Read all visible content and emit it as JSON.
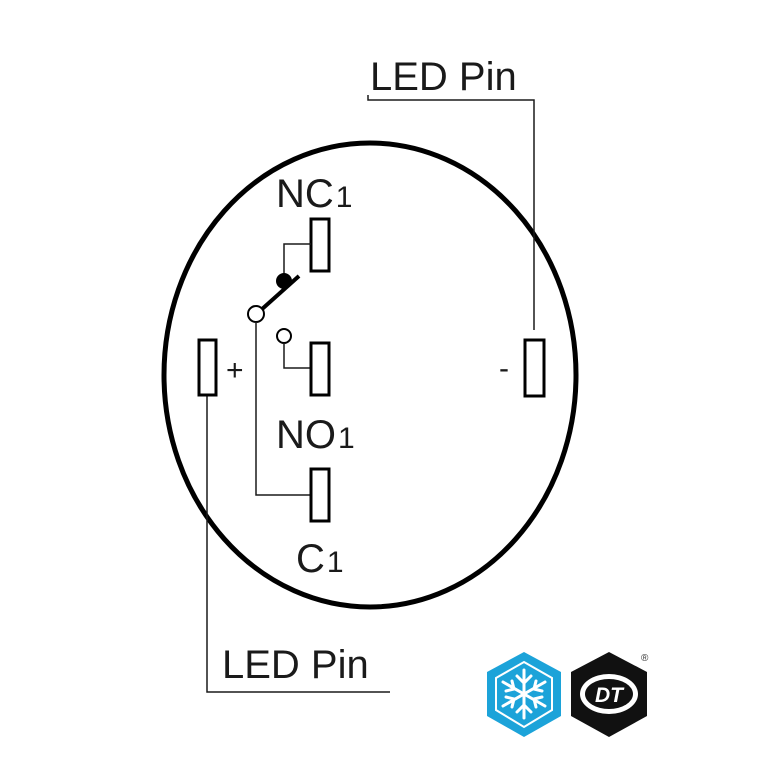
{
  "labels": {
    "led_pin_top": "LED Pin",
    "led_pin_bottom": "LED Pin",
    "nc": "NC",
    "nc_sub": "1",
    "no": "NO",
    "no_sub": "1",
    "c": "C",
    "c_sub": "1",
    "plus": "+",
    "minus": "-"
  },
  "logo": {
    "dt_text": "DT",
    "registered": "®",
    "snowflake_color": "#1ca3d9",
    "dt_color": "#111111"
  }
}
